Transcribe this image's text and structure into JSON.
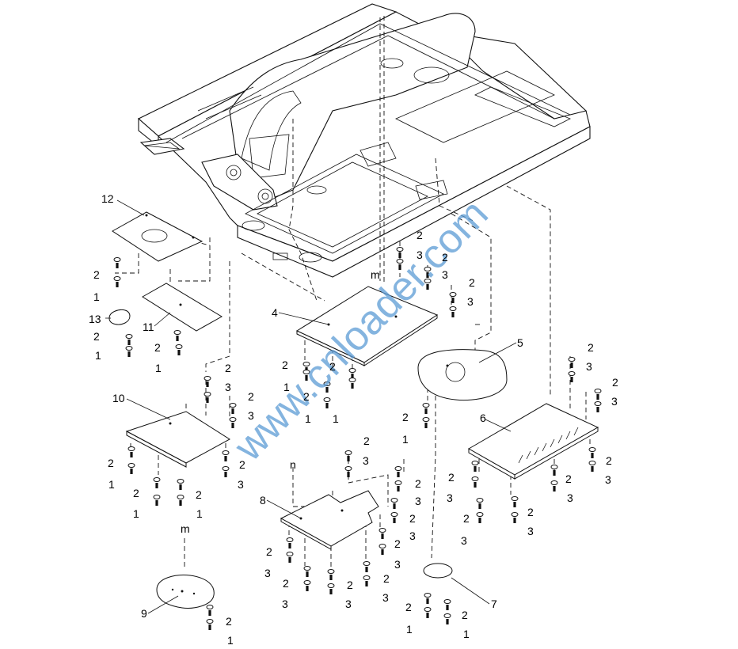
{
  "watermark": "www.cnloader.com",
  "callouts": {
    "c12": "12",
    "c11": "11",
    "c13": "13",
    "c10": "10",
    "c4": "4",
    "c5": "5",
    "c6": "6",
    "c7": "7",
    "c8": "8",
    "c9": "9",
    "m_top": "m",
    "m_bottom": "m",
    "n_mid": "n",
    "b1": "1",
    "b2": "2",
    "b3": "3"
  }
}
